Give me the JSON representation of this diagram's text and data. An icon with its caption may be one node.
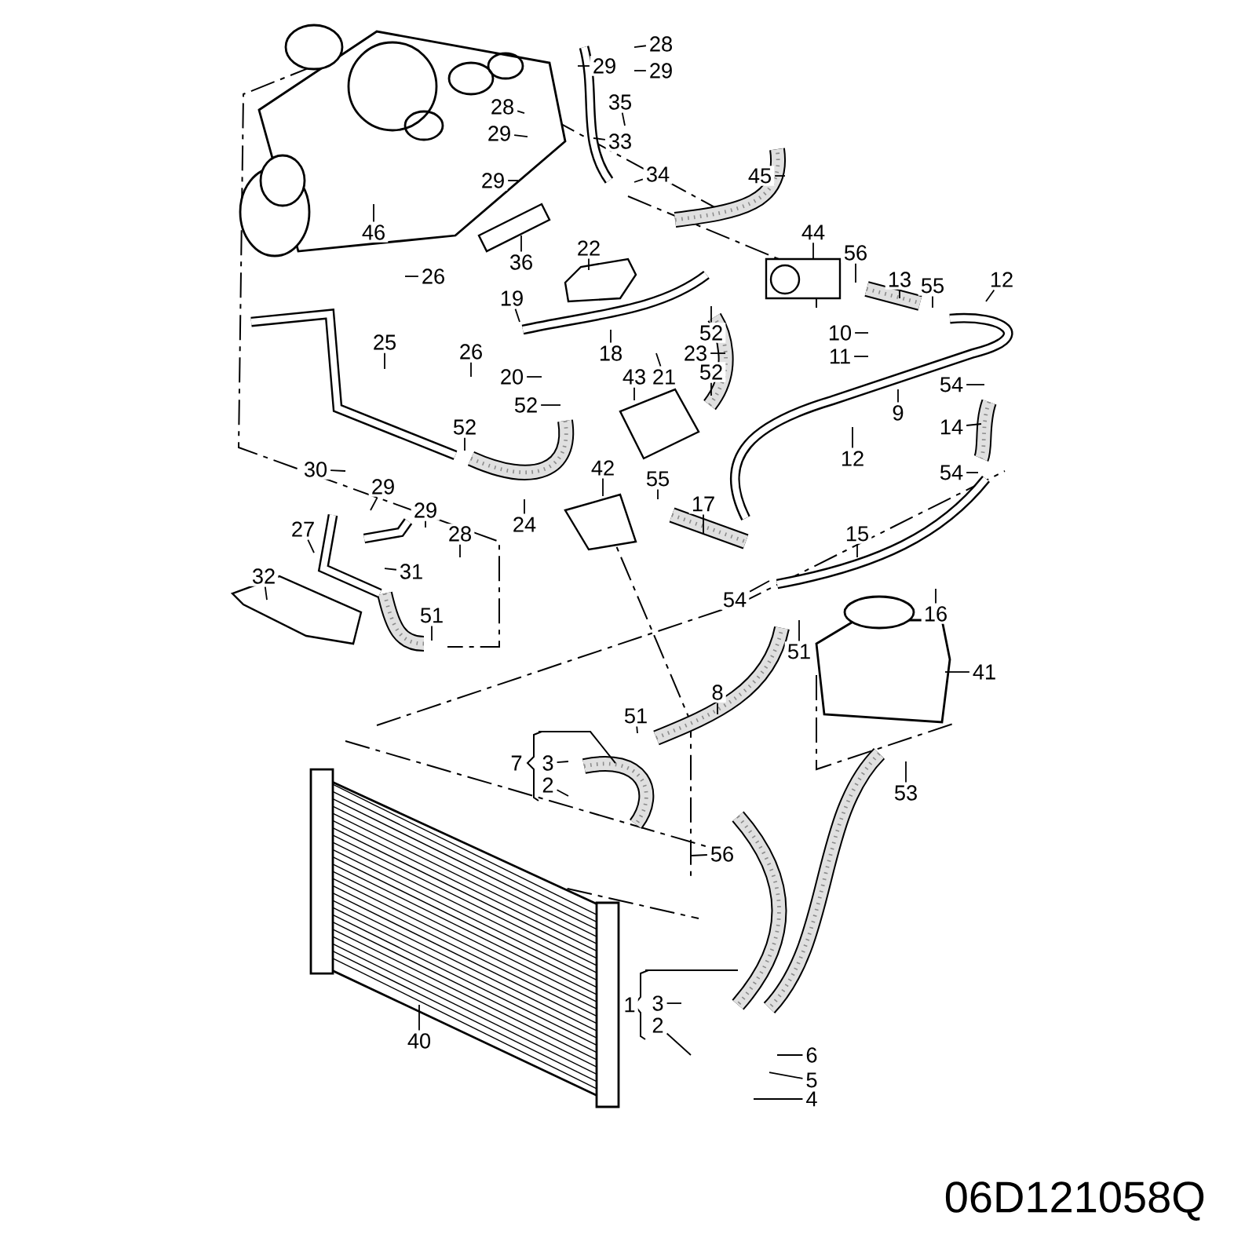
{
  "diagram": {
    "nodes": [
      {
        "text": [
          "28"
        ]
      },
      {
        "text": [
          "29"
        ]
      },
      {
        "text": [
          "29"
        ]
      },
      {
        "text": [
          "35"
        ]
      },
      {
        "text": [
          "28"
        ]
      },
      {
        "text": [
          "29"
        ]
      },
      {
        "text": [
          "33"
        ]
      },
      {
        "text": [
          "29"
        ]
      },
      {
        "text": [
          "34"
        ]
      },
      {
        "text": [
          "45"
        ]
      },
      {
        "text": [
          "46"
        ]
      },
      {
        "text": [
          "44"
        ]
      },
      {
        "text": [
          "56"
        ]
      },
      {
        "text": [
          "36"
        ]
      },
      {
        "text": [
          "22"
        ]
      },
      {
        "text": [
          "13"
        ]
      },
      {
        "text": [
          "55"
        ]
      },
      {
        "text": [
          "12"
        ]
      },
      {
        "text": [
          "26"
        ]
      },
      {
        "text": [
          "19"
        ]
      },
      {
        "text": [
          "52"
        ]
      },
      {
        "text": [
          "10"
        ]
      },
      {
        "text": [
          "23"
        ]
      },
      {
        "text": [
          "25"
        ]
      },
      {
        "text": [
          "18"
        ]
      },
      {
        "text": [
          "11"
        ]
      },
      {
        "text": [
          "26"
        ]
      },
      {
        "text": [
          "20"
        ]
      },
      {
        "text": [
          "21"
        ]
      },
      {
        "text": [
          "43"
        ]
      },
      {
        "text": [
          "52"
        ]
      },
      {
        "text": [
          "54"
        ]
      },
      {
        "text": [
          "52"
        ]
      },
      {
        "text": [
          "9"
        ]
      },
      {
        "text": [
          "52"
        ]
      },
      {
        "text": [
          "14"
        ]
      },
      {
        "text": [
          "12"
        ]
      },
      {
        "text": [
          "42"
        ]
      },
      {
        "text": [
          "30"
        ]
      },
      {
        "text": [
          "54"
        ]
      },
      {
        "text": [
          "55"
        ]
      },
      {
        "text": [
          "29"
        ]
      },
      {
        "text": [
          "17"
        ]
      },
      {
        "text": [
          "29"
        ]
      },
      {
        "text": [
          "24"
        ]
      },
      {
        "text": [
          "27"
        ]
      },
      {
        "text": [
          "28"
        ]
      },
      {
        "text": [
          "15"
        ]
      },
      {
        "text": [
          "31"
        ]
      },
      {
        "text": [
          "32"
        ]
      },
      {
        "text": [
          "54"
        ]
      },
      {
        "text": [
          "16"
        ]
      },
      {
        "text": [
          "51"
        ]
      },
      {
        "text": [
          "51"
        ]
      },
      {
        "text": [
          "41"
        ]
      },
      {
        "text": [
          "8"
        ]
      },
      {
        "text": [
          "51"
        ]
      },
      {
        "text": [
          "7"
        ]
      },
      {
        "text": [
          "3"
        ]
      },
      {
        "text": [
          "2"
        ]
      },
      {
        "text": [
          "53"
        ]
      },
      {
        "text": [
          "56"
        ]
      },
      {
        "text": [
          "1"
        ]
      },
      {
        "text": [
          "3"
        ]
      },
      {
        "text": [
          "40"
        ]
      },
      {
        "text": [
          "2"
        ]
      },
      {
        "text": [
          "6"
        ]
      },
      {
        "text": [
          "5"
        ]
      },
      {
        "text": [
          "4"
        ]
      }
    ],
    "edges": [
      {
        "from": 0,
        "to": null,
        "arrow": "none"
      },
      {
        "from": 1,
        "to": null,
        "arrow": "none"
      },
      {
        "from": 2,
        "to": null,
        "arrow": "none"
      },
      {
        "from": 3,
        "to": null,
        "arrow": "none"
      },
      {
        "from": 4,
        "to": null,
        "arrow": "none"
      },
      {
        "from": 5,
        "to": null,
        "arrow": "none"
      },
      {
        "from": 6,
        "to": null,
        "arrow": "none"
      },
      {
        "from": 7,
        "to": null,
        "arrow": "none"
      },
      {
        "from": 8,
        "to": null,
        "arrow": "none"
      },
      {
        "from": 9,
        "to": null,
        "arrow": "none"
      },
      {
        "from": 10,
        "to": null,
        "arrow": "none"
      },
      {
        "from": 11,
        "to": null,
        "arrow": "none"
      },
      {
        "from": 12,
        "to": null,
        "arrow": "none"
      },
      {
        "from": 13,
        "to": null,
        "arrow": "none"
      },
      {
        "from": 14,
        "to": null,
        "arrow": "none"
      },
      {
        "from": 15,
        "to": null,
        "arrow": "none"
      },
      {
        "from": 16,
        "to": null,
        "arrow": "none"
      },
      {
        "from": 17,
        "to": null,
        "arrow": "none"
      },
      {
        "from": 18,
        "to": null,
        "arrow": "none"
      },
      {
        "from": 19,
        "to": null,
        "arrow": "none"
      },
      {
        "from": 20,
        "to": null,
        "arrow": "none"
      },
      {
        "from": 21,
        "to": null,
        "arrow": "none"
      },
      {
        "from": 22,
        "to": null,
        "arrow": "none"
      },
      {
        "from": 23,
        "to": null,
        "arrow": "none"
      },
      {
        "from": 24,
        "to": null,
        "arrow": "none"
      },
      {
        "from": 25,
        "to": null,
        "arrow": "none"
      },
      {
        "from": 26,
        "to": null,
        "arrow": "none"
      },
      {
        "from": 27,
        "to": null,
        "arrow": "none"
      },
      {
        "from": 28,
        "to": null,
        "arrow": "none"
      },
      {
        "from": 29,
        "to": null,
        "arrow": "none"
      },
      {
        "from": 30,
        "to": null,
        "arrow": "none"
      },
      {
        "from": 31,
        "to": null,
        "arrow": "none"
      },
      {
        "from": 32,
        "to": null,
        "arrow": "none"
      },
      {
        "from": 33,
        "to": null,
        "arrow": "none"
      },
      {
        "from": 34,
        "to": null,
        "arrow": "none"
      },
      {
        "from": 35,
        "to": null,
        "arrow": "none"
      },
      {
        "from": 36,
        "to": null,
        "arrow": "none"
      },
      {
        "from": 37,
        "to": null,
        "arrow": "none"
      },
      {
        "from": 38,
        "to": null,
        "arrow": "none"
      },
      {
        "from": 39,
        "to": null,
        "arrow": "none"
      },
      {
        "from": 40,
        "to": null,
        "arrow": "none"
      },
      {
        "from": 41,
        "to": null,
        "arrow": "none"
      },
      {
        "from": 42,
        "to": null,
        "arrow": "none"
      },
      {
        "from": 43,
        "to": null,
        "arrow": "none"
      },
      {
        "from": 44,
        "to": null,
        "arrow": "none"
      },
      {
        "from": 45,
        "to": null,
        "arrow": "none"
      },
      {
        "from": 46,
        "to": null,
        "arrow": "none"
      },
      {
        "from": 47,
        "to": null,
        "arrow": "none"
      },
      {
        "from": 48,
        "to": null,
        "arrow": "none"
      },
      {
        "from": 49,
        "to": null,
        "arrow": "none"
      },
      {
        "from": 50,
        "to": null,
        "arrow": "none"
      },
      {
        "from": 51,
        "to": null,
        "arrow": "none"
      },
      {
        "from": 52,
        "to": null,
        "arrow": "none"
      },
      {
        "from": 53,
        "to": null,
        "arrow": "none"
      },
      {
        "from": 54,
        "to": null,
        "arrow": "none"
      },
      {
        "from": 55,
        "to": null,
        "arrow": "none"
      },
      {
        "from": 56,
        "to": null,
        "arrow": "none"
      },
      {
        "from": 58,
        "to": null,
        "arrow": "none"
      },
      {
        "from": 59,
        "to": null,
        "arrow": "none"
      },
      {
        "from": 60,
        "to": null,
        "arrow": "none"
      },
      {
        "from": 61,
        "to": null,
        "arrow": "none"
      },
      {
        "from": 63,
        "to": null,
        "arrow": "none"
      },
      {
        "from": 64,
        "to": null,
        "arrow": "none"
      },
      {
        "from": 65,
        "to": null,
        "arrow": "none"
      },
      {
        "from": 66,
        "to": null,
        "arrow": "none"
      },
      {
        "from": 67,
        "to": null,
        "arrow": "none"
      },
      {
        "from": 68,
        "to": null,
        "arrow": "none"
      }
    ],
    "labels": [
      "06D121058Q"
    ]
  }
}
